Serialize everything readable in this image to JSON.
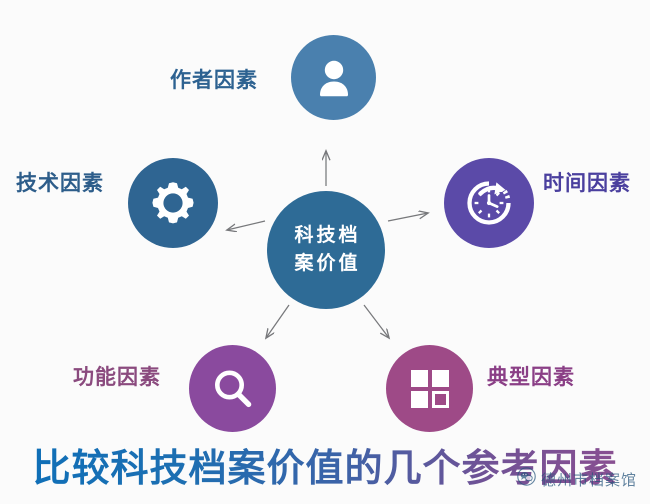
{
  "diagram": {
    "type": "hub-and-spoke",
    "hub": {
      "name": "center-hub",
      "line1": "科技档",
      "line2": "案价值",
      "full_text": "科技档案价值",
      "color": "#2e6b96",
      "text_color": "#ffffff"
    },
    "nodes": [
      {
        "id": "author",
        "label": "作者因素",
        "icon": "person-icon",
        "color": "#4a80ae",
        "label_color": "#2d6291",
        "label_side": "left"
      },
      {
        "id": "technology",
        "label": "技术因素",
        "icon": "gear-icon",
        "color": "#2f6592",
        "label_color": "#2d5d8a",
        "label_side": "left"
      },
      {
        "id": "time",
        "label": "时间因素",
        "icon": "clock-arrow-icon",
        "color": "#5b4aa8",
        "label_color": "#4a3f9e",
        "label_side": "right"
      },
      {
        "id": "function",
        "label": "功能因素",
        "icon": "magnifier-icon",
        "color": "#8a4a9e",
        "label_color": "#8a4a7e",
        "label_side": "left"
      },
      {
        "id": "typical",
        "label": "典型因素",
        "icon": "grid-four-squares-icon",
        "color": "#9e4a87",
        "label_color": "#8a3f86",
        "label_side": "right"
      }
    ],
    "arrow_color": "#77787b"
  },
  "caption": {
    "text": "比较科技档案价值的几个参考因素",
    "gradient_start": "#0d6fb8",
    "gradient_end": "#8f4f90"
  },
  "watermark": {
    "icon": "wechat-icon",
    "text": "德州市档案馆",
    "color": "#27557d"
  }
}
